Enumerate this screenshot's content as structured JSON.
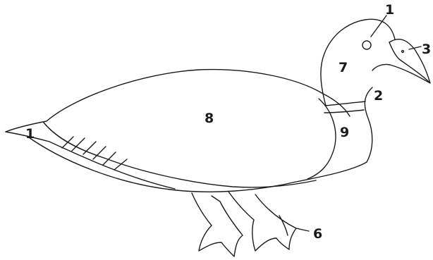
{
  "diagram": {
    "labels": {
      "eye": "1",
      "tail": "1",
      "neck": "2",
      "beak": "3",
      "feet": "6",
      "head": "7",
      "body": "8",
      "breast": "9"
    }
  }
}
